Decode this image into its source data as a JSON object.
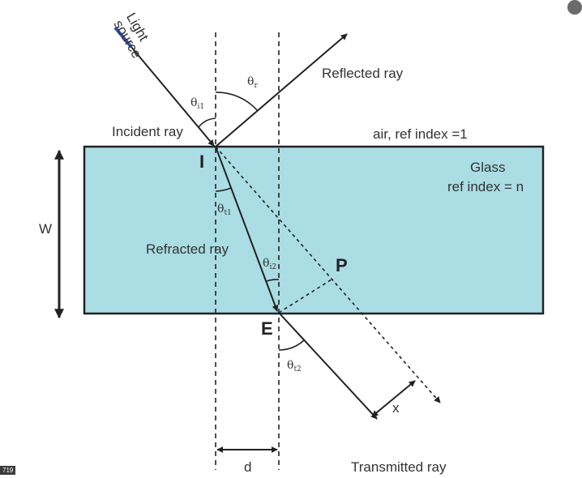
{
  "labels": {
    "light_source_line1": "Light",
    "light_source_line2": "source",
    "incident_ray": "Incident ray",
    "reflected_ray": "Reflected ray",
    "air": "air, ref index =1",
    "glass": "Glass",
    "glass_index": "ref index = n",
    "refracted_ray": "Refracted ray",
    "transmitted_ray": "Transmitted ray",
    "point_i": "I",
    "point_e": "E",
    "point_p": "P",
    "width": "W",
    "shift_d": "d",
    "offset_x": "x"
  },
  "angles": {
    "theta": "θ",
    "i1": "i1",
    "r": "r",
    "t1": "t1",
    "i2": "i2",
    "t2": "t2"
  },
  "badge": "719",
  "colors": {
    "glass_fill": "#aadde4",
    "line": "#222222",
    "source": "#2c4fb0"
  }
}
